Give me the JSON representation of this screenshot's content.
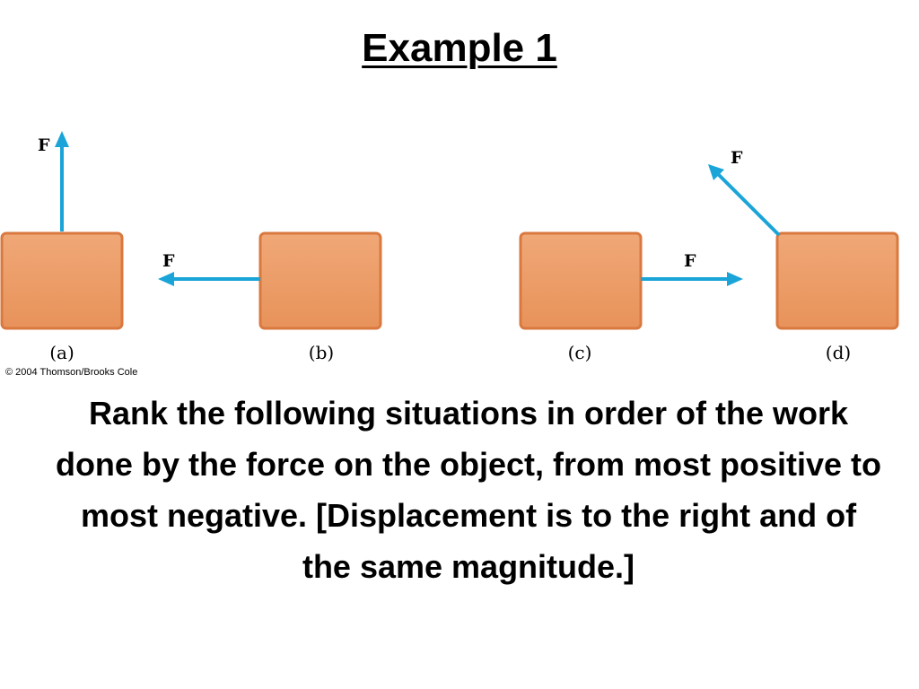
{
  "slide": {
    "title": "Example 1",
    "copyright": "© 2004 Thomson/Brooks Cole",
    "question": "Rank the following situations in order of the work done by the force on the object, from most positive to most negative. [Displacement is to the right and of the same magnitude.]"
  },
  "colors": {
    "block_fill": "#eb9a63",
    "block_edge": "#d9793f",
    "arrow": "#1aa4d8",
    "text": "#000000"
  },
  "panels": [
    {
      "label": "(a)",
      "force_label": "F",
      "force_direction": "up"
    },
    {
      "label": "(b)",
      "force_label": "F",
      "force_direction": "left"
    },
    {
      "label": "(c)",
      "force_label": "F",
      "force_direction": "right"
    },
    {
      "label": "(d)",
      "force_label": "F",
      "force_direction": "up-left"
    }
  ]
}
